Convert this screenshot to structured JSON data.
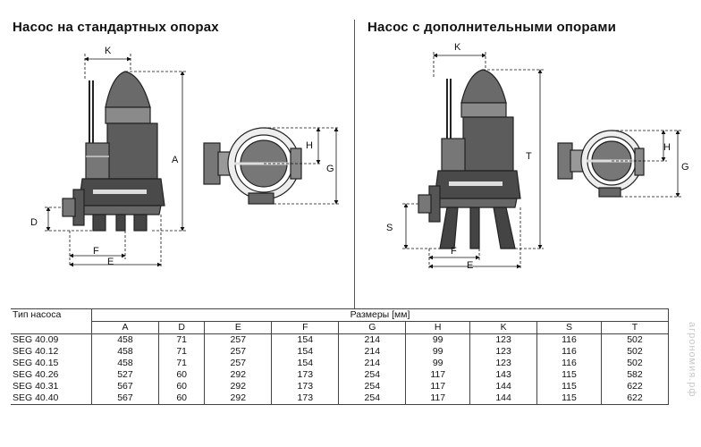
{
  "titles": {
    "left": "Насос на стандартных опорах",
    "right": "Насос с дополнительными опорами"
  },
  "dims_left": {
    "k": "K",
    "a": "A",
    "d": "D",
    "f": "F",
    "e": "E",
    "h": "H",
    "g": "G"
  },
  "dims_right": {
    "k": "K",
    "t": "T",
    "s": "S",
    "f": "F",
    "e": "E",
    "h": "H",
    "g": "G"
  },
  "table": {
    "col_type": "Тип насоса",
    "col_dims": "Размеры [мм]",
    "headers": [
      "A",
      "D",
      "E",
      "F",
      "G",
      "H",
      "K",
      "S",
      "T"
    ],
    "rows": [
      {
        "name": "SEG 40.09",
        "values": [
          "458",
          "71",
          "257",
          "154",
          "214",
          "99",
          "123",
          "116",
          "502"
        ]
      },
      {
        "name": "SEG 40.12",
        "values": [
          "458",
          "71",
          "257",
          "154",
          "214",
          "99",
          "123",
          "116",
          "502"
        ]
      },
      {
        "name": "SEG 40.15",
        "values": [
          "458",
          "71",
          "257",
          "154",
          "214",
          "99",
          "123",
          "116",
          "502"
        ]
      },
      {
        "name": "SEG 40.26",
        "values": [
          "527",
          "60",
          "292",
          "173",
          "254",
          "117",
          "143",
          "115",
          "582"
        ]
      },
      {
        "name": "SEG 40.31",
        "values": [
          "567",
          "60",
          "292",
          "173",
          "254",
          "117",
          "144",
          "115",
          "622"
        ]
      },
      {
        "name": "SEG 40.40",
        "values": [
          "567",
          "60",
          "292",
          "173",
          "254",
          "117",
          "144",
          "115",
          "622"
        ]
      }
    ]
  },
  "watermark": "агрономия.рф"
}
